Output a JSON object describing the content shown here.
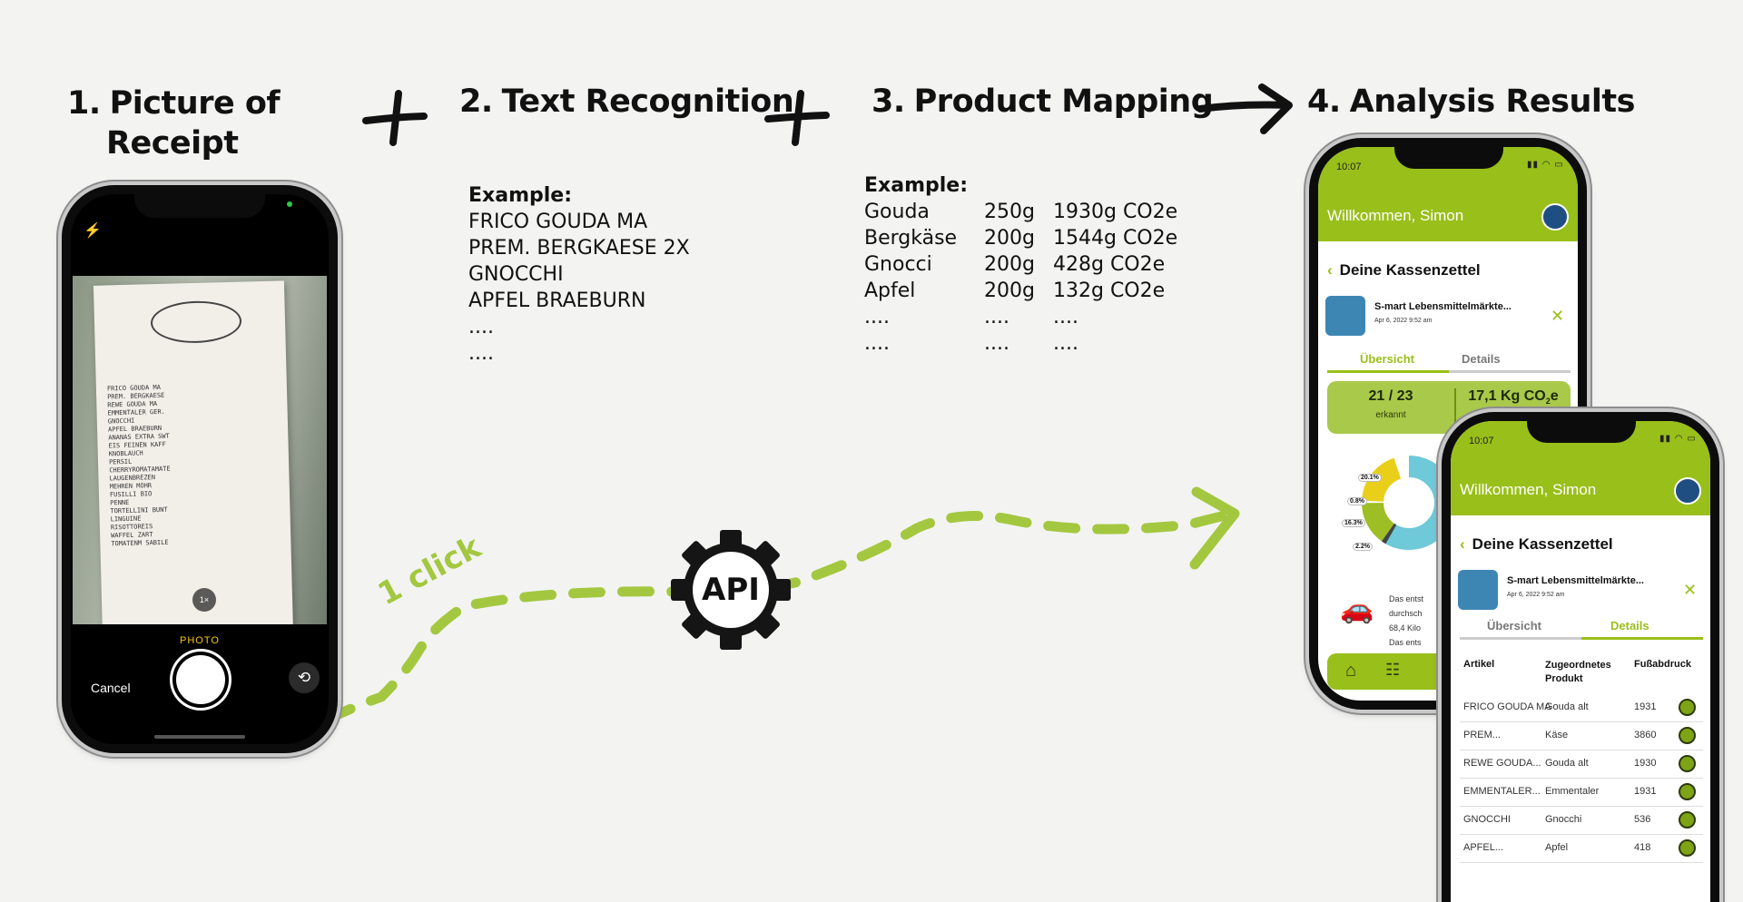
{
  "steps": [
    {
      "num": "1.",
      "title_line1": "Picture of",
      "title_line2": "Receipt"
    },
    {
      "num": "2.",
      "title": "Text Recognition"
    },
    {
      "num": "3.",
      "title": "Product Mapping"
    },
    {
      "num": "4.",
      "title": "Analysis Results"
    }
  ],
  "text_example": {
    "heading": "Example:",
    "lines": [
      "FRICO GOUDA MA",
      "PREM. BERGKAESE 2X",
      "GNOCCHI",
      "APFEL BRAEBURN",
      "....",
      "...."
    ]
  },
  "mapping_example": {
    "heading": "Example:",
    "rows": [
      [
        "Gouda",
        "250g",
        "1930g CO2e"
      ],
      [
        "Bergkäse",
        "200g",
        "1544g CO2e"
      ],
      [
        "Gnocci",
        "200g",
        "428g CO2e"
      ],
      [
        "Apfel",
        "200g",
        "132g CO2e"
      ],
      [
        "....",
        "....",
        "...."
      ],
      [
        "....",
        "....",
        "...."
      ]
    ]
  },
  "flow": {
    "click_label": "1 click",
    "api_label": "API"
  },
  "camera": {
    "mode": "PHOTO",
    "cancel": "Cancel",
    "zoom": "1×",
    "receipt_lines": [
      "FRICO GOUDA MA",
      "PREM. BERGKAESE",
      "REWE GOUDA MA",
      "EMMENTALER GER.",
      "GNOCCHI",
      "APFEL BRAEBURN",
      "ANANAS EXTRA SWT",
      "EIS FEINEN KAFF",
      "KNOBLAUCH",
      "PERSIL",
      "CHERRYROMATAMATE",
      "LAUGENBREZEN",
      "MEHREN MOHR",
      "FUSILLI BIO",
      "PENNE",
      "TORTELLINI BUNT",
      "LINGUINE",
      "RISOTTOREIS",
      "WAFFEL ZART",
      "TOMATENM SABILE"
    ]
  },
  "app": {
    "time": "10:07",
    "welcome": "Willkommen, Simon",
    "page_title": "Deine Kassenzettel",
    "store": "S-mart Lebensmittelmärkte...",
    "date": "Apr 6, 2022 9:52 am",
    "tabs": [
      "Übersicht",
      "Details"
    ],
    "recognized": "21 / 23",
    "recognized_label": "erkannt",
    "co2_prefix": "17,1 Kg CO",
    "co2_sub": "2",
    "co2_suffix": "e",
    "pie_labels": [
      "20.1%",
      "0.8%",
      "16.3%",
      "2.2%"
    ],
    "pie_colors": [
      "#6ec9d9",
      "#e9cf1a",
      "#9dbe24",
      "#444444",
      "#2c5b8a"
    ],
    "info_lines": [
      "Das entst",
      "durchsch",
      "68,4 Kilo",
      "Das ents"
    ],
    "table_headers": [
      "Artikel",
      "Zugeordnetes Produkt",
      "Fußabdruck"
    ],
    "table_rows": [
      [
        "FRICO GOUDA MA",
        "Gouda alt",
        "1931"
      ],
      [
        "PREM...",
        "Käse",
        "3860"
      ],
      [
        "REWE GOUDA...",
        "Gouda alt",
        "1930"
      ],
      [
        "EMMENTALER...",
        "Emmentaler",
        "1931"
      ],
      [
        "GNOCCHI",
        "Gnocchi",
        "536"
      ],
      [
        "APFEL...",
        "Apfel",
        "418"
      ]
    ],
    "accent": "#99bf1a"
  }
}
